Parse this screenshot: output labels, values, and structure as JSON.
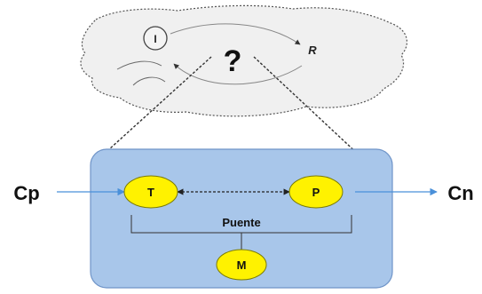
{
  "brain": {
    "label_i": "I",
    "label_r": "R",
    "label_question": "?"
  },
  "detail": {
    "input_label": "Cp",
    "output_label": "Cn",
    "node_t": "T",
    "node_p": "P",
    "node_m": "M",
    "bridge_label": "Puente"
  },
  "colors": {
    "box_fill": "#a8c6ea",
    "box_stroke": "#6f94c8",
    "node_fill": "#fff200",
    "node_stroke": "#7a7a00",
    "brain_fill": "#f0f0f0",
    "arrow_blue": "#4a90d9"
  }
}
